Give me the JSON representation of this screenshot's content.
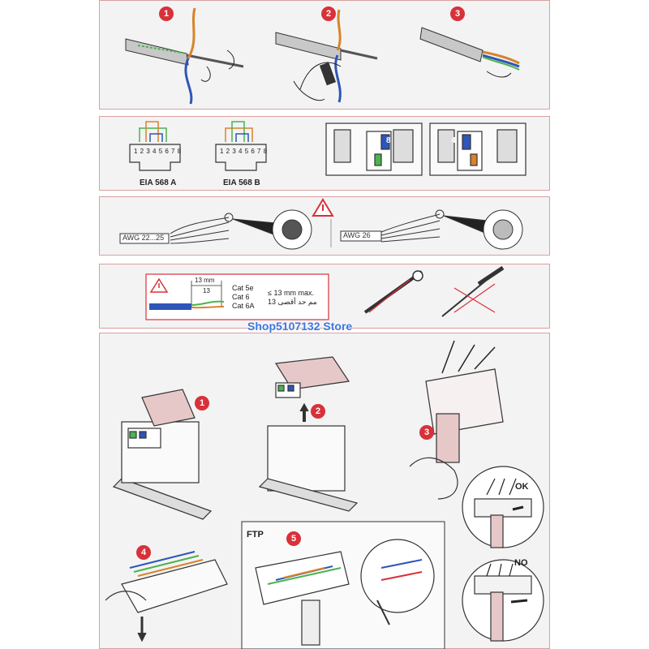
{
  "steps": {
    "top": [
      "1",
      "2",
      "3"
    ],
    "assembly": [
      "1",
      "2",
      "3",
      "4",
      "5"
    ]
  },
  "wiring": {
    "pin_numbers": "1 2 3 4 5 6 7 8",
    "standard_a": "EIA 568 A",
    "standard_b": "EIA 568 B",
    "module_label_left": "8",
    "module_label_right": "4"
  },
  "gauge": {
    "awg_left": "AWG 22...25",
    "awg_right": "AWG 26"
  },
  "strip": {
    "length_outer": "13 mm",
    "length_inner": "13",
    "cat_lines": [
      "Cat 5e",
      "Cat 6",
      "Cat 6A"
    ],
    "max_note": "≤ 13 mm max.",
    "arabic_note": "13 مم حد أقصى"
  },
  "checks": {
    "ok_label": "OK",
    "no_label": "NO",
    "ftp_label": "FTP"
  },
  "watermark": "Shop5107132 Store",
  "colors": {
    "panel_border": "#d9a0a0",
    "badge_red": "#d8313a",
    "watermark_blue": "#3b77e0"
  }
}
